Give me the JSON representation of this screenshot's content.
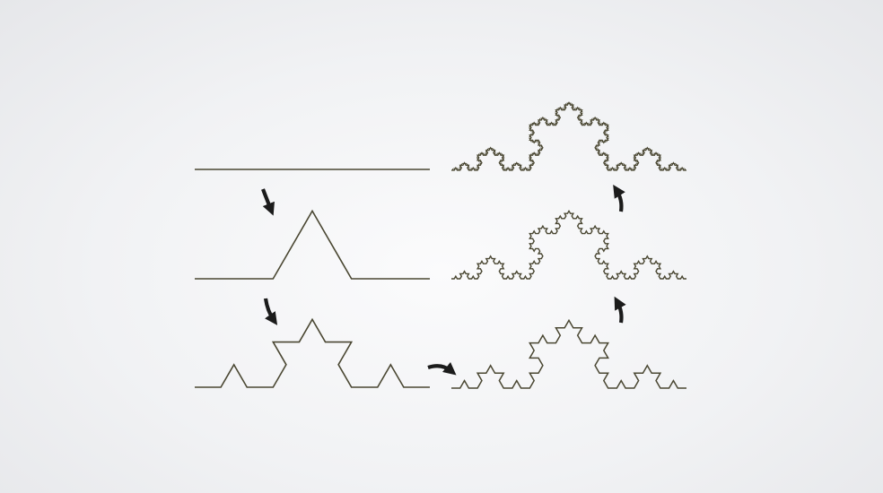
{
  "diagram": {
    "subject": "koch-curve-iterations",
    "colors": {
      "background": "#eef0f2",
      "curve": "#4a4732",
      "arrow": "#1b1b1b"
    },
    "icons": {
      "arrow": "curved-arrow-icon"
    },
    "iterations": [
      {
        "level": 0
      },
      {
        "level": 1
      },
      {
        "level": 2
      },
      {
        "level": 3
      },
      {
        "level": 4
      },
      {
        "level": 5
      }
    ]
  }
}
